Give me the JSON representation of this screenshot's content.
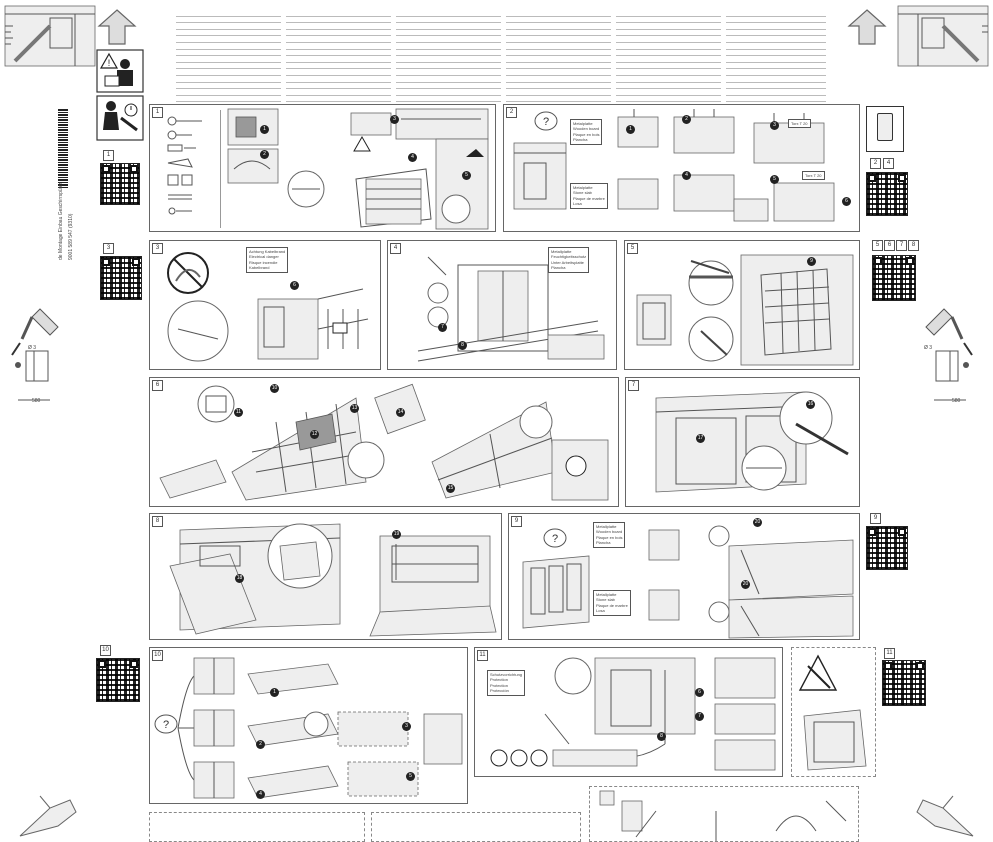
{
  "document": {
    "kind": "dishwasher installation instruction sheet",
    "panels": [
      {
        "id": "p1",
        "label": "1"
      },
      {
        "id": "p2",
        "label": "2"
      },
      {
        "id": "p3",
        "label": "3"
      },
      {
        "id": "p4",
        "label": "4"
      },
      {
        "id": "p5",
        "label": "5"
      },
      {
        "id": "p6",
        "label": "6"
      },
      {
        "id": "p7",
        "label": "7"
      },
      {
        "id": "p8",
        "label": "8"
      },
      {
        "id": "p9",
        "label": "9"
      },
      {
        "id": "p10",
        "label": "10"
      },
      {
        "id": "p11",
        "label": "11"
      }
    ],
    "qr_labels": {
      "q1": "1",
      "q3": "3",
      "q24a": "2",
      "q24b": "4",
      "q5": "5",
      "q6": "6",
      "q7": "7",
      "q8": "8",
      "q9": "9",
      "q10": "10",
      "q11": "11"
    },
    "side_text": {
      "left_vertical": "9001 589 547 (9310)",
      "left_vertical_2": "de Montage Einbau Geschirrspüler",
      "dim_left": "Ø 3",
      "dim_right": "Ø 3",
      "len_left": "580",
      "len_right": "580"
    },
    "callouts": {
      "p2_a": [
        "Metalplatte",
        "Wooden board",
        "Plaque en bois",
        "Plancha"
      ],
      "p2_b": [
        "Metalplatte",
        "Stone slab",
        "Plaque de marbre",
        "Losa"
      ],
      "p2_torx": "Torx T 20",
      "p2_torx_b": "Torx T 20",
      "p3": [
        "Achtung Kabelbrand",
        "Electrical danger",
        "Risque incendie",
        "Kabelbrand"
      ],
      "p4": [
        "Metallplatte",
        "Feuchtigkeitsschutz",
        "Unter Arbeitsplatte",
        "Plancha"
      ],
      "p9_a": [
        "Metallplatte",
        "Wooden board",
        "Plaque en bois",
        "Plancha"
      ],
      "p9_b": [
        "Metallplatte",
        "Stone slab",
        "Plaque de marbre",
        "Losa"
      ],
      "p11": [
        "Schutzvorrichtung",
        "Protection",
        "Protection",
        "Protección"
      ]
    },
    "markers": [
      "1",
      "2",
      "3",
      "4",
      "5",
      "6",
      "7",
      "8",
      "9",
      "10",
      "11",
      "12",
      "13",
      "14",
      "15",
      "16",
      "17",
      "18",
      "19",
      "20"
    ]
  },
  "colors": {
    "line": "#666666",
    "dark": "#222222",
    "paper": "#ffffff",
    "fill": "#eeeeee"
  }
}
